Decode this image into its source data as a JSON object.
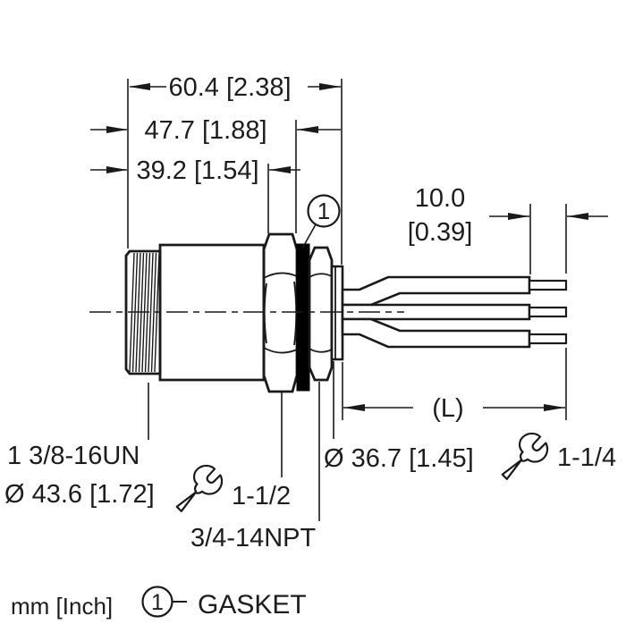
{
  "drawing": {
    "dim_overall": "60.4 [2.38]",
    "dim_to_gasket": "47.7 [1.88]",
    "dim_to_hex": "39.2 [1.54]",
    "dim_strip_mm": "10.0",
    "dim_strip_inch": "[0.39]",
    "dim_wire_length": "(L)",
    "dim_flange_dia": "Ø 36.7 [1.45]",
    "wrench_rear": "1-1/4",
    "thread_front": "1 3/8-16UN",
    "dim_front_dia": "Ø 43.6 [1.72]",
    "wrench_front": "1-1/2",
    "thread_conduit": "3/4-14NPT",
    "callout_1": "1"
  },
  "legend": {
    "units": "mm [Inch]",
    "callout_1": "1",
    "gasket": "GASKET"
  },
  "icons": {
    "wrench": "wrench-icon",
    "diameter_symbol": "Ø",
    "callout_badge": "circled-1"
  },
  "colors": {
    "line": "#1a1a1a",
    "text": "#1d1d1d",
    "background": "#ffffff",
    "gasket_fill": "#000000"
  }
}
